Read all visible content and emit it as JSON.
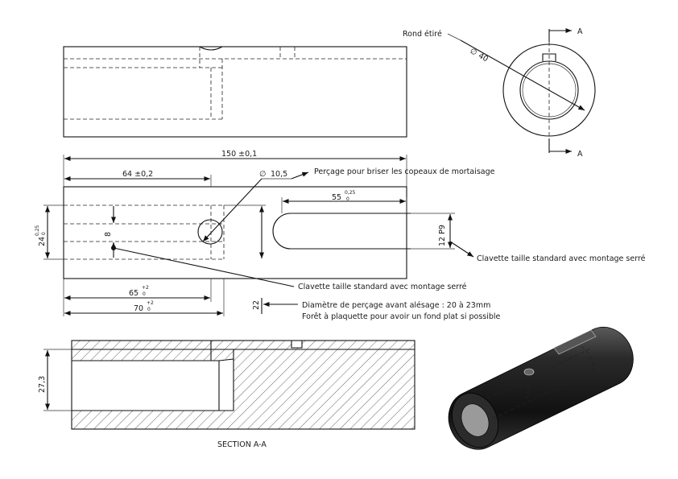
{
  "top_view": {},
  "end_view": {
    "material_label": "Rond étiré",
    "diameter": "40",
    "section_mark_top": "A",
    "section_mark_bottom": "A"
  },
  "main_view": {
    "overall_length": "150 ±0,1",
    "slot_position": "64 ±0,2",
    "hole_diameter": "10,5",
    "hole_note": "Perçage pour briser les copeaux de mortaisage",
    "keyway_length": "55",
    "keyway_length_tol_upper": "0,25",
    "keyway_length_tol_lower": "0",
    "keyway_width": "12 P9",
    "keyway_note": "Clavette taille standard avec montage serré",
    "bore_diameter": "24",
    "bore_tol_upper": "0,25",
    "bore_tol_lower": "0",
    "slot_width": "8",
    "depth_65": "65",
    "depth_65_tol_upper": "+2",
    "depth_65_tol_lower": "0",
    "depth_70": "70",
    "depth_70_tol_upper": "+2",
    "depth_70_tol_lower": "0",
    "slot_note": "Clavette taille standard avec montage serré",
    "dim_22": "22",
    "drill_note_line1": "Diamètre de perçage avant alésage : 20 à 23mm",
    "drill_note_line2": "Forêt à plaquette pour avoir un fond plat si possible"
  },
  "section_view": {
    "height_dim": "27,3",
    "label": "SECTION A-A"
  },
  "iso_view": {
    "body_color": "#1e1e1e",
    "bore_color": "#9a9a9a"
  }
}
